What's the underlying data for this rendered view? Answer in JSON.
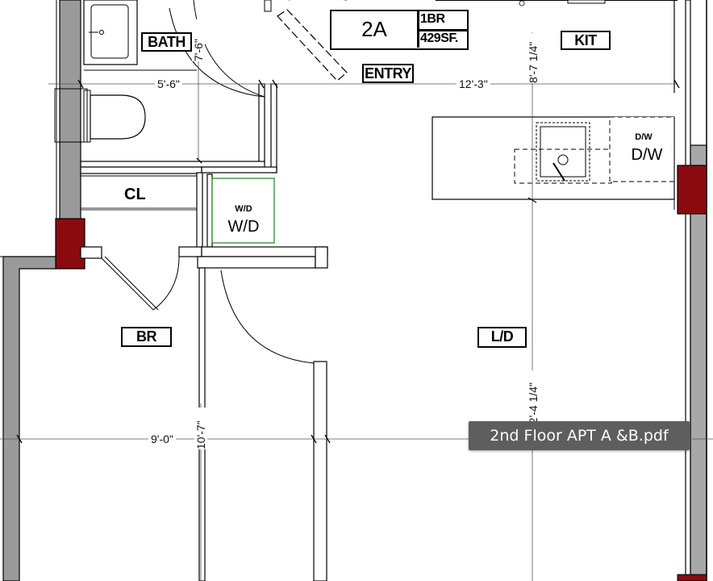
{
  "unit_tag": {
    "unit": "2A",
    "type": "1BR",
    "area": "429SF."
  },
  "rooms": {
    "bath": "BATH",
    "kit": "KIT",
    "entry": "ENTRY",
    "cl": "CL",
    "br": "BR",
    "ld": "L/D"
  },
  "appliances": {
    "wd_small": "W/D",
    "wd_large": "W/D",
    "dw_small": "D/W",
    "dw_large": "D/W"
  },
  "dimensions": {
    "bath_height": "7'-6\"",
    "bath_width": "5'-6\"",
    "entry_width": "12'-3\"",
    "kit_height": "8'-7 1/4\"",
    "br_width": "9'-0\"",
    "br_height": "10'-7\"",
    "ld_height": "12'-4 1/4\""
  },
  "tooltip": {
    "filename": "2nd Floor APT A &B.pdf"
  },
  "colors": {
    "column": "#8b0a10",
    "wall_gray": "#9a9a9a",
    "wd_outline": "#2e8b2e",
    "tooltip_bg": "#5e5e5e"
  }
}
